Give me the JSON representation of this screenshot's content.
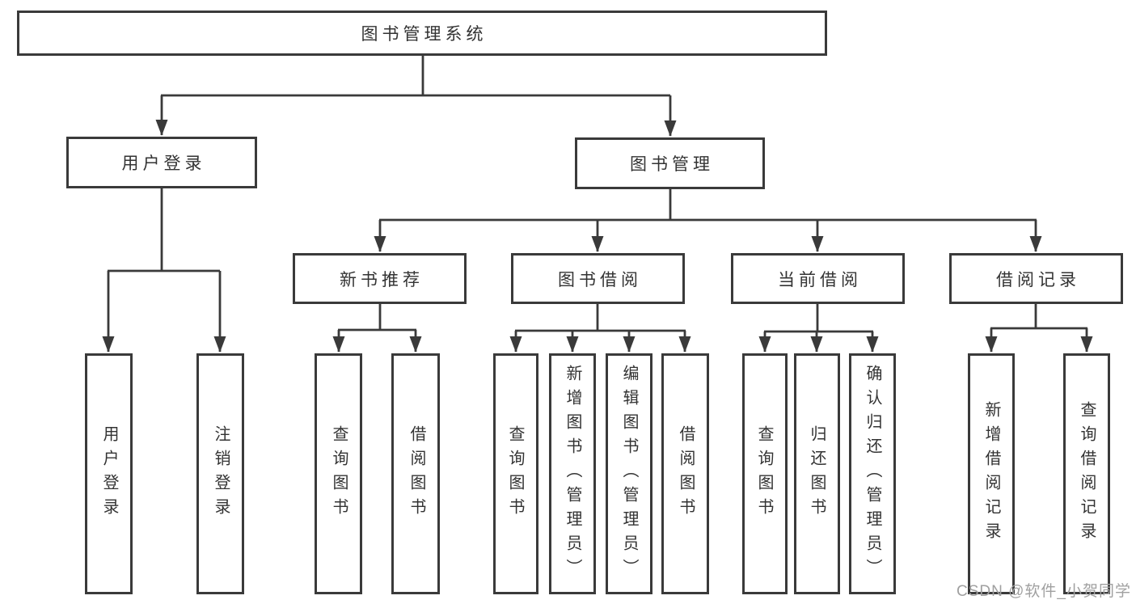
{
  "diagram": {
    "type": "hierarchy-tree",
    "tree": {
      "label": "图书管理系统",
      "children": [
        {
          "label": "用户登录",
          "children": [
            {
              "label": "用户登录"
            },
            {
              "label": "注销登录"
            }
          ]
        },
        {
          "label": "图书管理",
          "children": [
            {
              "label": "新书推荐",
              "children": [
                {
                  "label": "查询图书"
                },
                {
                  "label": "借阅图书"
                }
              ]
            },
            {
              "label": "图书借阅",
              "children": [
                {
                  "label": "查询图书"
                },
                {
                  "label": "新增图书（管理员）"
                },
                {
                  "label": "编辑图书（管理员）"
                },
                {
                  "label": "借阅图书"
                }
              ]
            },
            {
              "label": "当前借阅",
              "children": [
                {
                  "label": "查询图书"
                },
                {
                  "label": "归还图书"
                },
                {
                  "label": "确认归还（管理员）"
                }
              ]
            },
            {
              "label": "借阅记录",
              "children": [
                {
                  "label": "新增借阅记录"
                },
                {
                  "label": "查询借阅记录"
                }
              ]
            }
          ]
        }
      ]
    }
  },
  "watermark": {
    "text": "CSDN @软件_小贺同学"
  },
  "colors": {
    "line": "#3a3a3a",
    "border": "#3a3a3a",
    "text": "#333333",
    "watermark": "#a0a0a0",
    "background": "#ffffff"
  }
}
